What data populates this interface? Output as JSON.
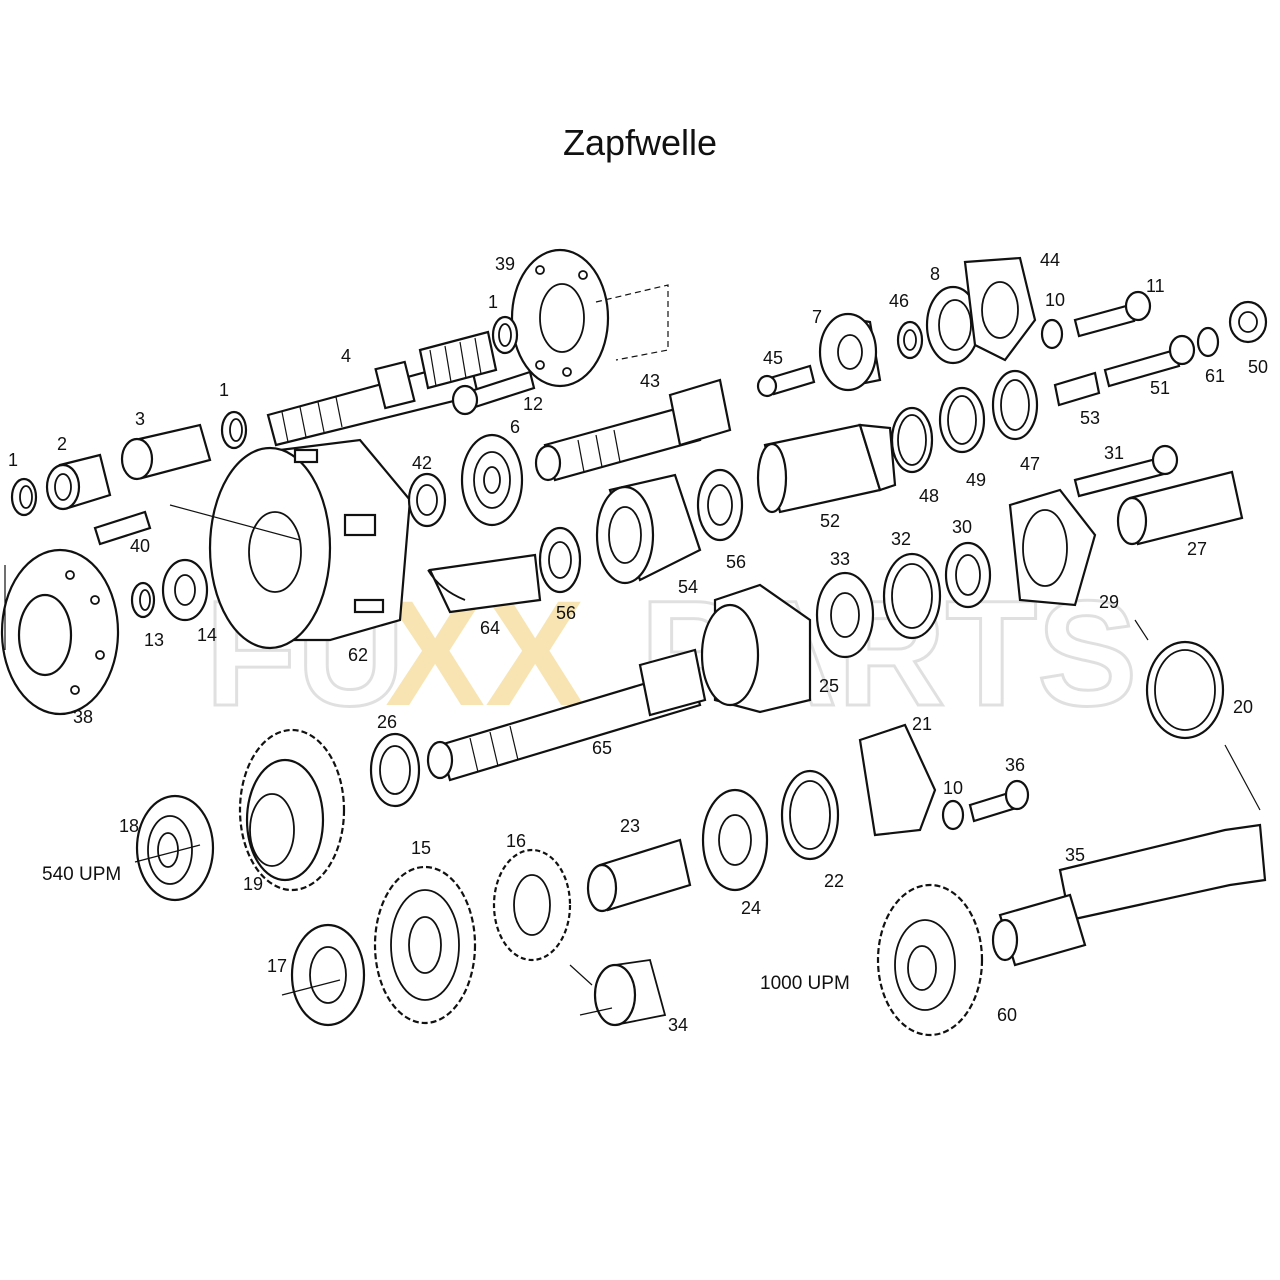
{
  "title": "Zapfwelle",
  "watermark": {
    "part1": "FU",
    "part2": "XX",
    "part3": "PARTS",
    "accent_color": "#f5d27a",
    "outline_color": "#d0d0d0"
  },
  "labels": {
    "l1a": "1",
    "l1b": "1",
    "l1c": "1",
    "l2": "2",
    "l3": "3",
    "l4": "4",
    "l6": "6",
    "l7": "7",
    "l8": "8",
    "l10a": "10",
    "l10b": "10",
    "l11": "11",
    "l12": "12",
    "l13": "13",
    "l14": "14",
    "l15": "15",
    "l16": "16",
    "l17": "17",
    "l18": "18",
    "l19": "19",
    "l20": "20",
    "l21": "21",
    "l22": "22",
    "l23": "23",
    "l24": "24",
    "l25": "25",
    "l26": "26",
    "l27": "27",
    "l29": "29",
    "l30": "30",
    "l31": "31",
    "l32": "32",
    "l33": "33",
    "l34": "34",
    "l35": "35",
    "l36": "36",
    "l38": "38",
    "l39": "39",
    "l40": "40",
    "l42": "42",
    "l43": "43",
    "l44": "44",
    "l45": "45",
    "l46": "46",
    "l47": "47",
    "l48": "48",
    "l49": "49",
    "l50": "50",
    "l51": "51",
    "l52": "52",
    "l53": "53",
    "l54": "54",
    "l56a": "56",
    "l56b": "56",
    "l60": "60",
    "l61": "61",
    "l62": "62",
    "l64": "64",
    "l65": "65"
  },
  "speed_540": "540 UPM",
  "speed_1000": "1000 UPM"
}
